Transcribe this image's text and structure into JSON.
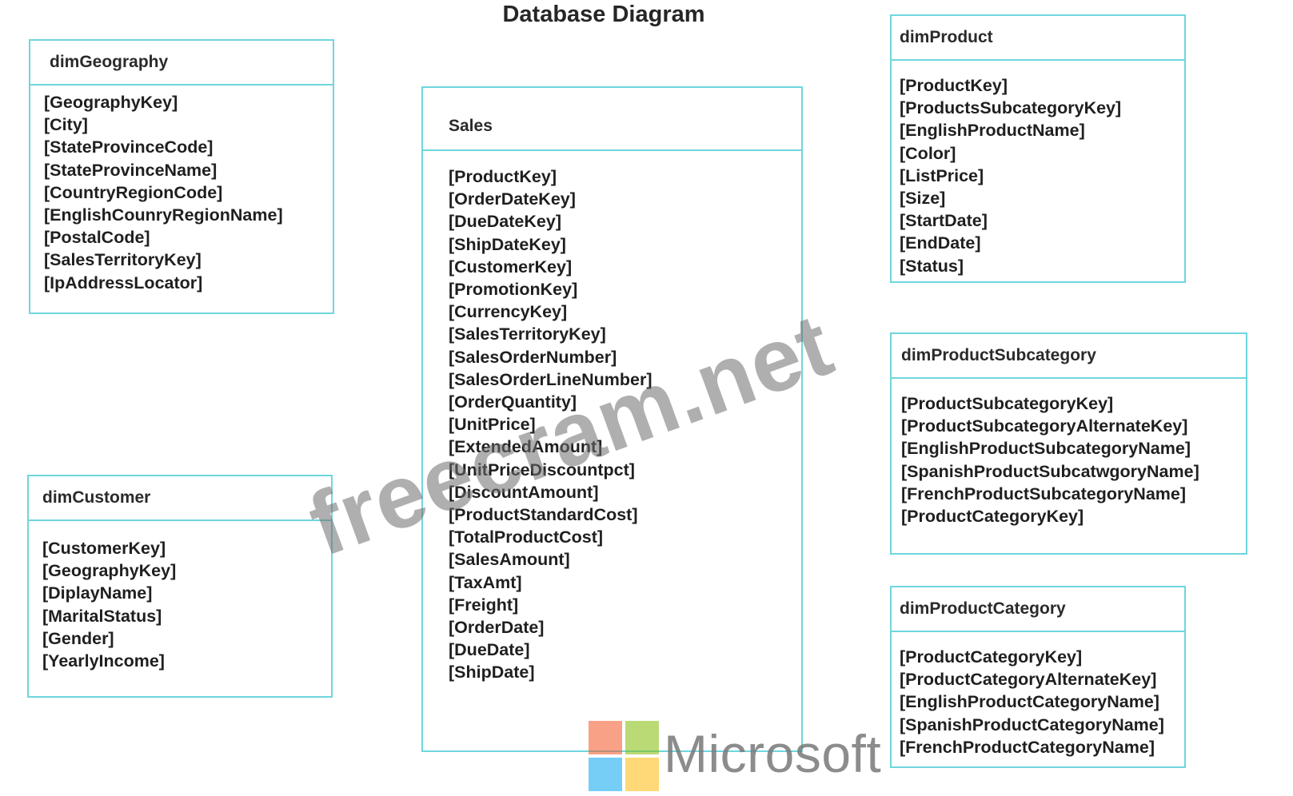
{
  "title": "Database Diagram",
  "tables": {
    "dimGeography": {
      "name": "dimGeography",
      "fields": [
        "[GeographyKey]",
        "[City]",
        "[StateProvinceCode]",
        "[StateProvinceName]",
        "[CountryRegionCode]",
        "[EnglishCounryRegionName]",
        "[PostalCode]",
        "[SalesTerritoryKey]",
        "[IpAddressLocator]"
      ]
    },
    "dimCustomer": {
      "name": "dimCustomer",
      "fields": [
        "[CustomerKey]",
        "[GeographyKey]",
        "[DiplayName]",
        "[MaritalStatus]",
        "[Gender]",
        "[YearlyIncome]"
      ]
    },
    "Sales": {
      "name": "Sales",
      "fields": [
        "[ProductKey]",
        "[OrderDateKey]",
        "[DueDateKey]",
        "[ShipDateKey]",
        "[CustomerKey]",
        "[PromotionKey]",
        "[CurrencyKey]",
        "[SalesTerritoryKey]",
        "[SalesOrderNumber]",
        "[SalesOrderLineNumber]",
        "[OrderQuantity]",
        "[UnitPrice]",
        "[ExtendedAmount]",
        "[UnitPriceDiscountpct]",
        "[DiscountAmount]",
        "[ProductStandardCost]",
        "[TotalProductCost]",
        "[SalesAmount]",
        "[TaxAmt]",
        "[Freight]",
        "[OrderDate]",
        "[DueDate]",
        "[ShipDate]"
      ]
    },
    "dimProduct": {
      "name": "dimProduct",
      "fields": [
        "[ProductKey]",
        "[ProductsSubcategoryKey]",
        "[EnglishProductName]",
        "[Color]",
        "[ListPrice]",
        "[Size]",
        "[StartDate]",
        "[EndDate]",
        "[Status]"
      ]
    },
    "dimProductSubcategory": {
      "name": "dimProductSubcategory",
      "fields": [
        "[ProductSubcategoryKey]",
        "[ProductSubcategoryAlternateKey]",
        "[EnglishProductSubcategoryName]",
        "[SpanishProductSubcatwgoryName]",
        "[FrenchProductSubcategoryName]",
        "[ProductCategoryKey]"
      ]
    },
    "dimProductCategory": {
      "name": "dimProductCategory",
      "fields": [
        "[ProductCategoryKey]",
        "[ProductCategoryAlternateKey]",
        "[EnglishProductCategoryName]",
        "[SpanishProductCategoryName]",
        "[FrenchProductCategoryName]"
      ]
    }
  },
  "watermark": "freecram.net",
  "brand": {
    "wordmark": "Microsoft",
    "logo_colors": [
      "#f35325",
      "#81bc06",
      "#05a6f0",
      "#ffba08"
    ]
  },
  "colors": {
    "table_border": "#6fd6dd"
  }
}
